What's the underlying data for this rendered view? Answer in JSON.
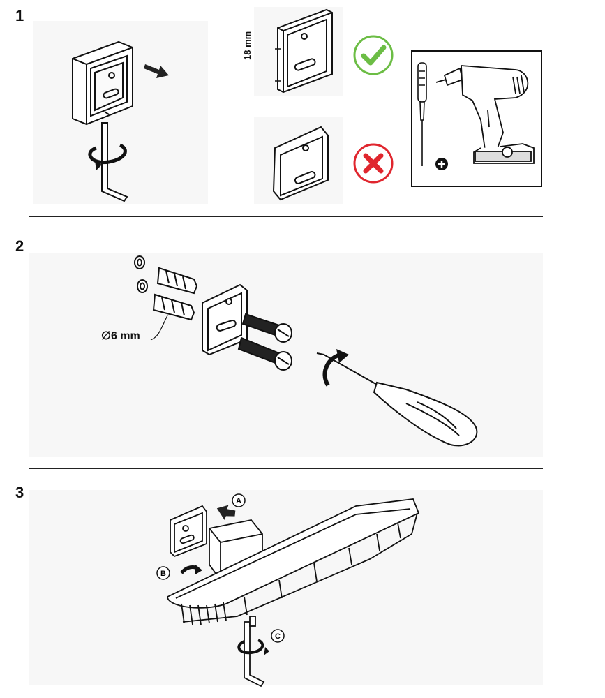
{
  "steps": [
    {
      "number": "1"
    },
    {
      "number": "2"
    },
    {
      "number": "3"
    }
  ],
  "step1": {
    "depth_label": "18 mm",
    "correct_icon": "check-icon",
    "incorrect_icon": "cross-icon",
    "plus_icon": "plus-icon",
    "colors": {
      "correct": "#6cbd45",
      "incorrect": "#e0262e"
    }
  },
  "step2": {
    "diameter_label": "∅6 mm"
  },
  "step3": {
    "callouts": [
      "A",
      "B",
      "C"
    ]
  }
}
